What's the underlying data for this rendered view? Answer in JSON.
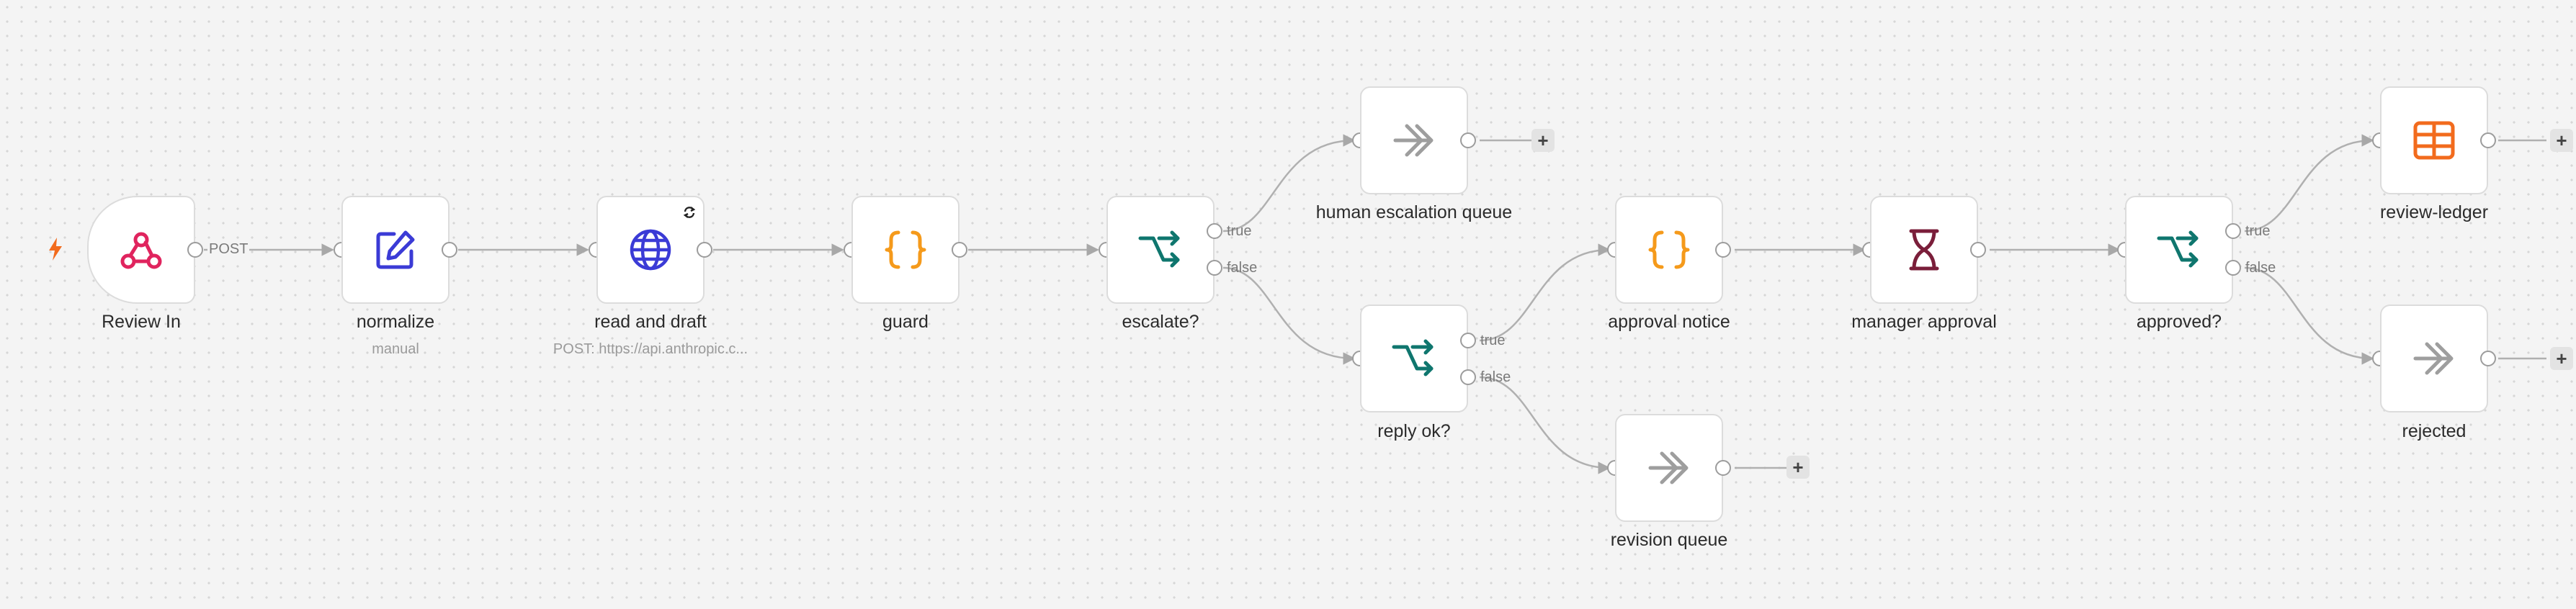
{
  "nodes": {
    "review_in": {
      "label": "Review In",
      "edge_label": "POST",
      "icon": "webhook-icon",
      "color": "#e0245e"
    },
    "normalize": {
      "label": "normalize",
      "sublabel": "manual",
      "icon": "edit-icon",
      "color": "#3b3bd6"
    },
    "read_and_draft": {
      "label": "read and draft",
      "sublabel": "POST: https://api.anthropic.c...",
      "icon": "globe-icon",
      "color": "#3b3bd6"
    },
    "guard": {
      "label": "guard",
      "icon": "braces-icon",
      "color": "#f59a1b"
    },
    "escalate": {
      "label": "escalate?",
      "true_label": "true",
      "false_label": "false",
      "icon": "if-branch-icon",
      "color": "#0f766e"
    },
    "human_escalation_queue": {
      "label": "human escalation queue",
      "icon": "no-op-arrow-icon",
      "color": "#9e9e9e"
    },
    "reply_ok": {
      "label": "reply ok?",
      "true_label": "true",
      "false_label": "false",
      "icon": "if-branch-icon",
      "color": "#0f766e"
    },
    "approval_notice": {
      "label": "approval notice",
      "icon": "braces-icon",
      "color": "#f59a1b"
    },
    "revision_queue": {
      "label": "revision queue",
      "icon": "no-op-arrow-icon",
      "color": "#9e9e9e"
    },
    "manager_approval": {
      "label": "manager approval",
      "icon": "hourglass-icon",
      "color": "#7a1e3a"
    },
    "approved": {
      "label": "approved?",
      "true_label": "true",
      "false_label": "false",
      "icon": "if-branch-icon",
      "color": "#0f766e"
    },
    "review_ledger": {
      "label": "review-ledger",
      "icon": "table-icon",
      "color": "#f26b1d"
    },
    "rejected": {
      "label": "rejected",
      "icon": "no-op-arrow-icon",
      "color": "#9e9e9e"
    }
  },
  "add_button_label": "+",
  "trigger_bolt_color": "#f26b1d"
}
